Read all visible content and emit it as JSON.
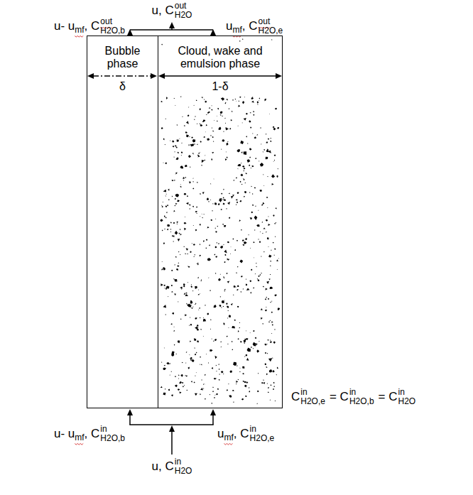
{
  "diagram": {
    "nodes": [
      {
        "text": [
          "Bubble phase",
          "δ"
        ]
      },
      {
        "text": [
          "Cloud, wake and emulsion phase",
          "1-δ"
        ]
      }
    ],
    "labels": [
      "u, C",
      "out",
      "H2O",
      "u- u",
      "mf",
      ", C",
      "out",
      "H2O,b",
      "u",
      "mf",
      ", C",
      "out",
      "H2O,e",
      "u- u",
      "mf",
      ", C",
      "in",
      "H2O,b",
      "u",
      "mf",
      ", C",
      "in",
      "H2O,e",
      "u, C",
      "in",
      "H2O",
      "C",
      "in",
      "H2O,e",
      "= C",
      "in",
      "H2O,b",
      "= C",
      "in",
      "H2O"
    ]
  }
}
